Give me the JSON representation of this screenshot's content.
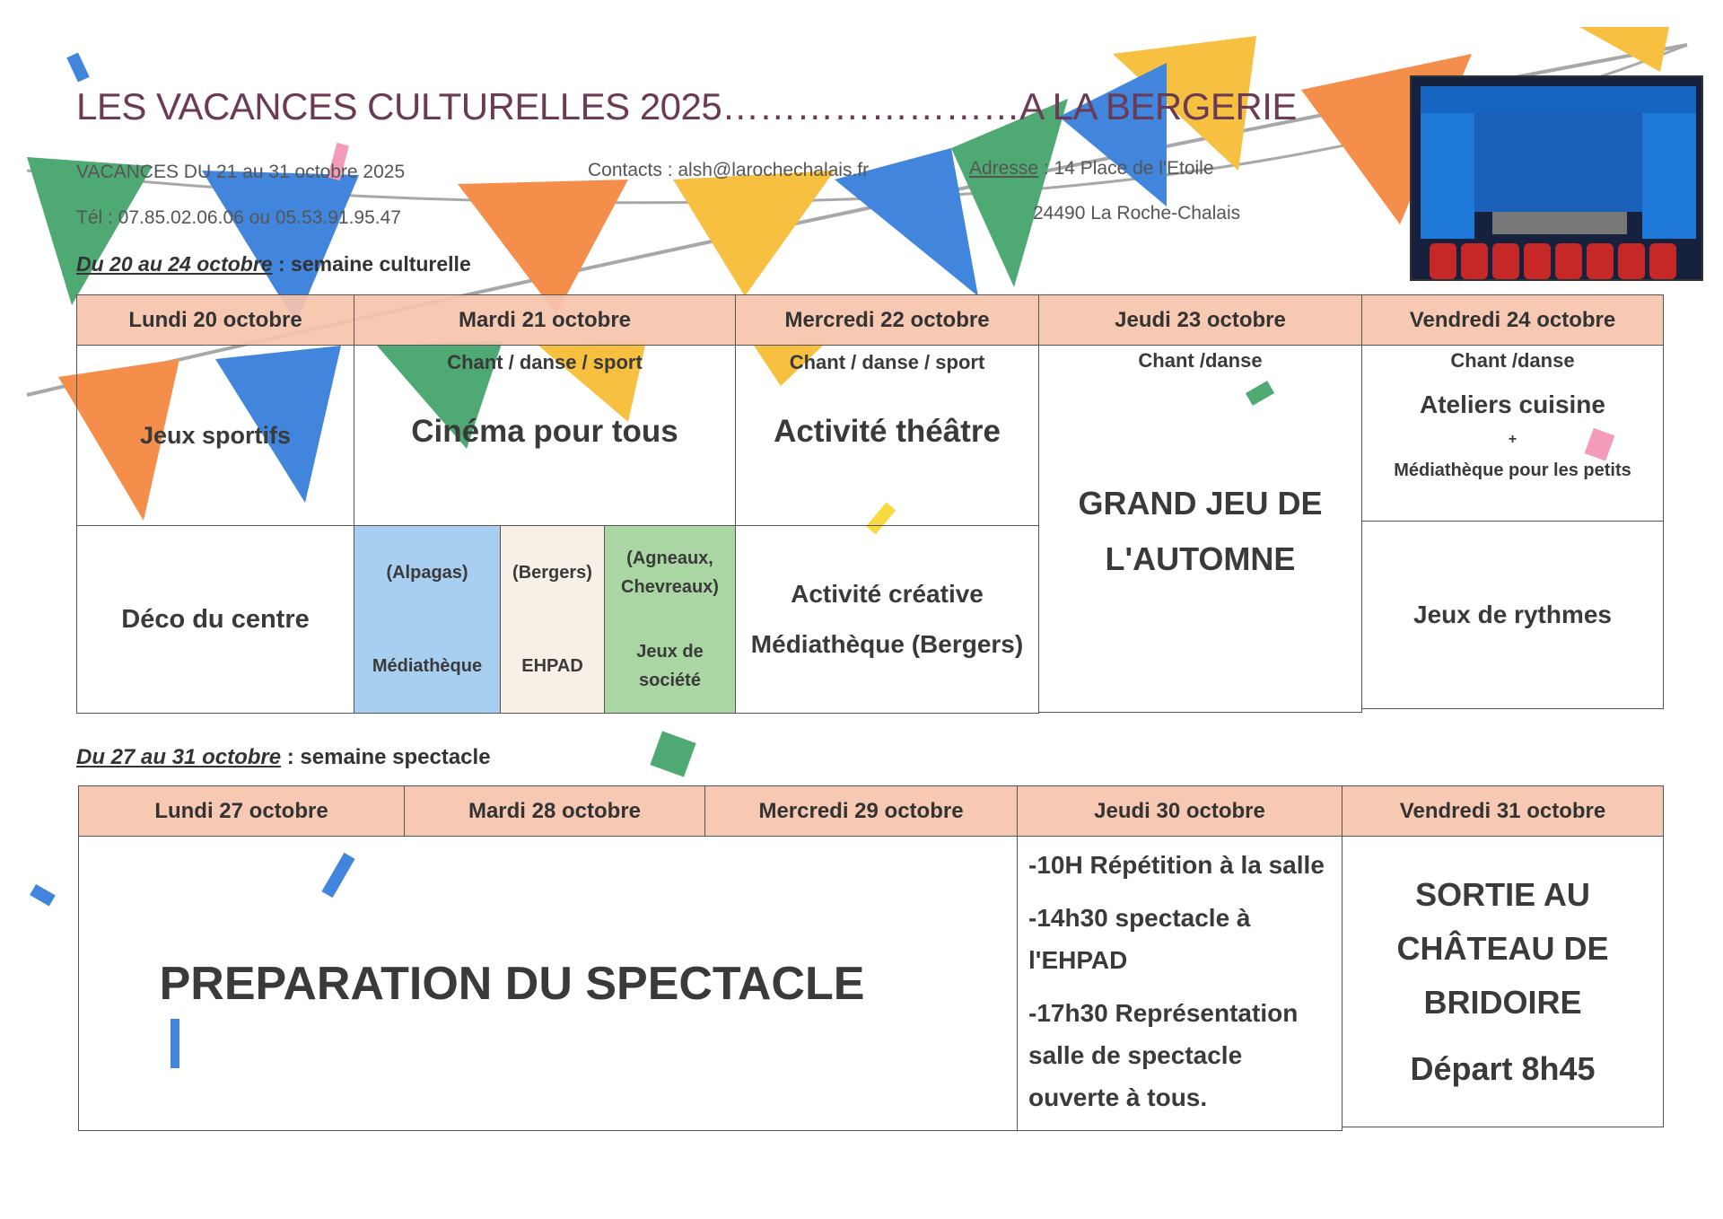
{
  "header": {
    "title": "LES VACANCES CULTURELLES 2025……………………A LA BERGERIE",
    "dates": "VACANCES DU 21 au 31 octobre 2025",
    "contacts": "Contacts : alsh@larochechalais.fr",
    "address_label": "Adresse",
    "address_line1": " : 14 Place de l'Etoile",
    "address_line2": "24490 La Roche-Chalais",
    "phone": "Tél : 07.85.02.06.06 ou 05.53.91.95.47"
  },
  "week1": {
    "range": "Du 20 au 24 octobre",
    "sep": " :  ",
    "label": "semaine culturelle",
    "days": [
      "Lundi 20 octobre",
      "Mardi 21 octobre",
      "Mercredi 22 octobre",
      "Jeudi 23 octobre",
      "Vendredi 24 octobre"
    ],
    "lundi": {
      "am": "Jeux sportifs",
      "pm": "Déco du centre"
    },
    "mardi": {
      "am_sub": "Chant / danse / sport",
      "am": "Cinéma pour tous",
      "pm_groups": [
        {
          "group": "(Alpagas)",
          "activity": "Médiathèque",
          "color": "#a9cff0"
        },
        {
          "group": "(Bergers)",
          "activity": "EHPAD",
          "color": "#f8efe6"
        },
        {
          "group": "(Agneaux, Chevreaux)",
          "activity": "Jeux de société",
          "color": "#a9d6a2"
        }
      ]
    },
    "mercredi": {
      "am_sub": "Chant / danse / sport",
      "am": "Activité théâtre",
      "pm1": "Activité créative",
      "pm2": "Médiathèque (Bergers)"
    },
    "jeudi": {
      "sub": "Chant /danse",
      "main1": "GRAND JEU DE",
      "main2": "L'AUTOMNE"
    },
    "vendredi": {
      "am_sub": "Chant /danse",
      "am": "Ateliers cuisine",
      "plus": "+",
      "am2": "Médiathèque pour les petits",
      "pm": "Jeux de rythmes"
    }
  },
  "week2": {
    "range": "Du 27 au 31 octobre",
    "sep": " : ",
    "label": "semaine spectacle",
    "days": [
      "Lundi 27 octobre",
      "Mardi 28 octobre",
      "Mercredi 29 octobre",
      "Jeudi 30 octobre",
      "Vendredi 31 octobre"
    ],
    "main": "PREPARATION DU SPECTACLE",
    "jeudi": [
      "-10H Répétition à la salle",
      "-14h30 spectacle à",
      "l'EHPAD",
      "-17h30 Représentation",
      "salle de spectacle",
      "ouverte à tous."
    ],
    "vendredi": [
      "SORTIE AU",
      "CHÂTEAU DE",
      "BRIDOIRE",
      "Départ 8h45"
    ]
  },
  "colors": {
    "header_fill": "#f6c4ac",
    "title": "#6b3a55"
  }
}
